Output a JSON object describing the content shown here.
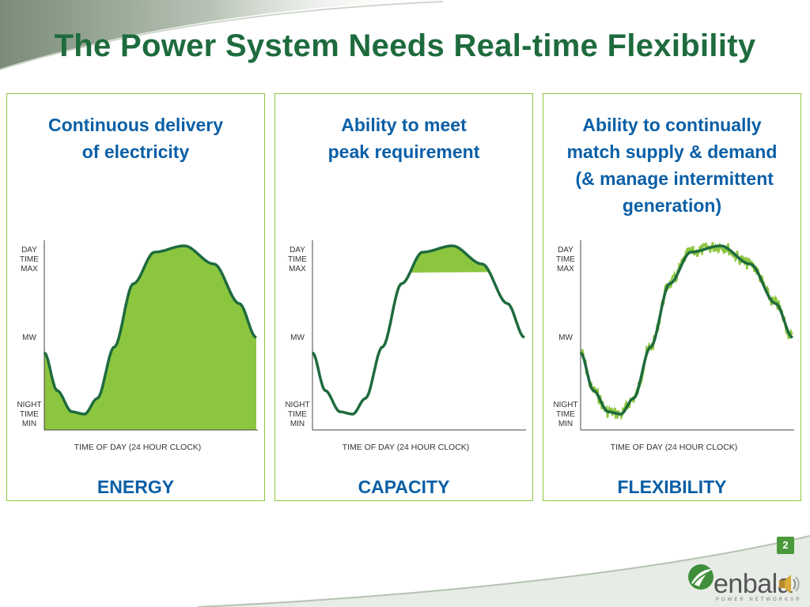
{
  "title": "The Power System Needs Real-time Flexibility",
  "colors": {
    "title": "#1e6b3e",
    "heading": "#0a5fa6",
    "curve": "#1e6b3e",
    "fill": "#8cc63f",
    "border": "#8cc63f"
  },
  "axis_labels": {
    "y_top": [
      "DAY",
      "TIME",
      "MAX"
    ],
    "y_mid": "MW",
    "y_bottom": [
      "NIGHT",
      "TIME",
      "MIN"
    ],
    "x": "TIME OF DAY (24 HOUR CLOCK)"
  },
  "panels": [
    {
      "heading": [
        "Continuous delivery",
        "of electricity"
      ],
      "label": "ENERGY",
      "variant": "energy"
    },
    {
      "heading": [
        "Ability to meet",
        "peak requirement"
      ],
      "label": "CAPACITY",
      "variant": "capacity"
    },
    {
      "heading": [
        "Ability to continually",
        "match supply & demand",
        " (& manage intermittent",
        "generation)"
      ],
      "label": "FLEXIBILITY",
      "variant": "flexibility"
    }
  ],
  "page_number": "2",
  "logo": {
    "word": "enbala",
    "tagline": "POWER NETWORKS®",
    "icon": "enbala-leaf-logo-icon"
  },
  "speaker_icon": "speaker-icon"
}
